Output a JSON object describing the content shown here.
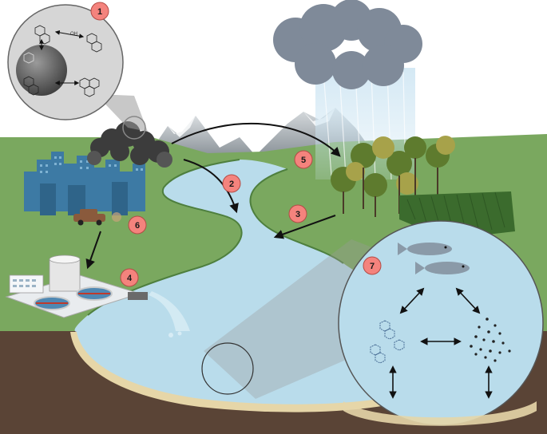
{
  "markers": [
    {
      "id": "marker-1",
      "label": "1"
    },
    {
      "id": "marker-2",
      "label": "2"
    },
    {
      "id": "marker-3",
      "label": "3"
    },
    {
      "id": "marker-4",
      "label": "4"
    },
    {
      "id": "marker-5",
      "label": "5"
    },
    {
      "id": "marker-6",
      "label": "6"
    },
    {
      "id": "marker-7",
      "label": "7"
    }
  ],
  "reaction_label": "OH",
  "colors": {
    "sky": "#ffffff",
    "grass": "#7aa85f",
    "soil": "#5a4436",
    "sand": "#e6d6a8",
    "water": "#b9dceb",
    "marker_fill": "#f4837d",
    "city": "#3d7aa4",
    "smoke": "#3c3c3c",
    "rain_cloud": "#7f8a99"
  }
}
